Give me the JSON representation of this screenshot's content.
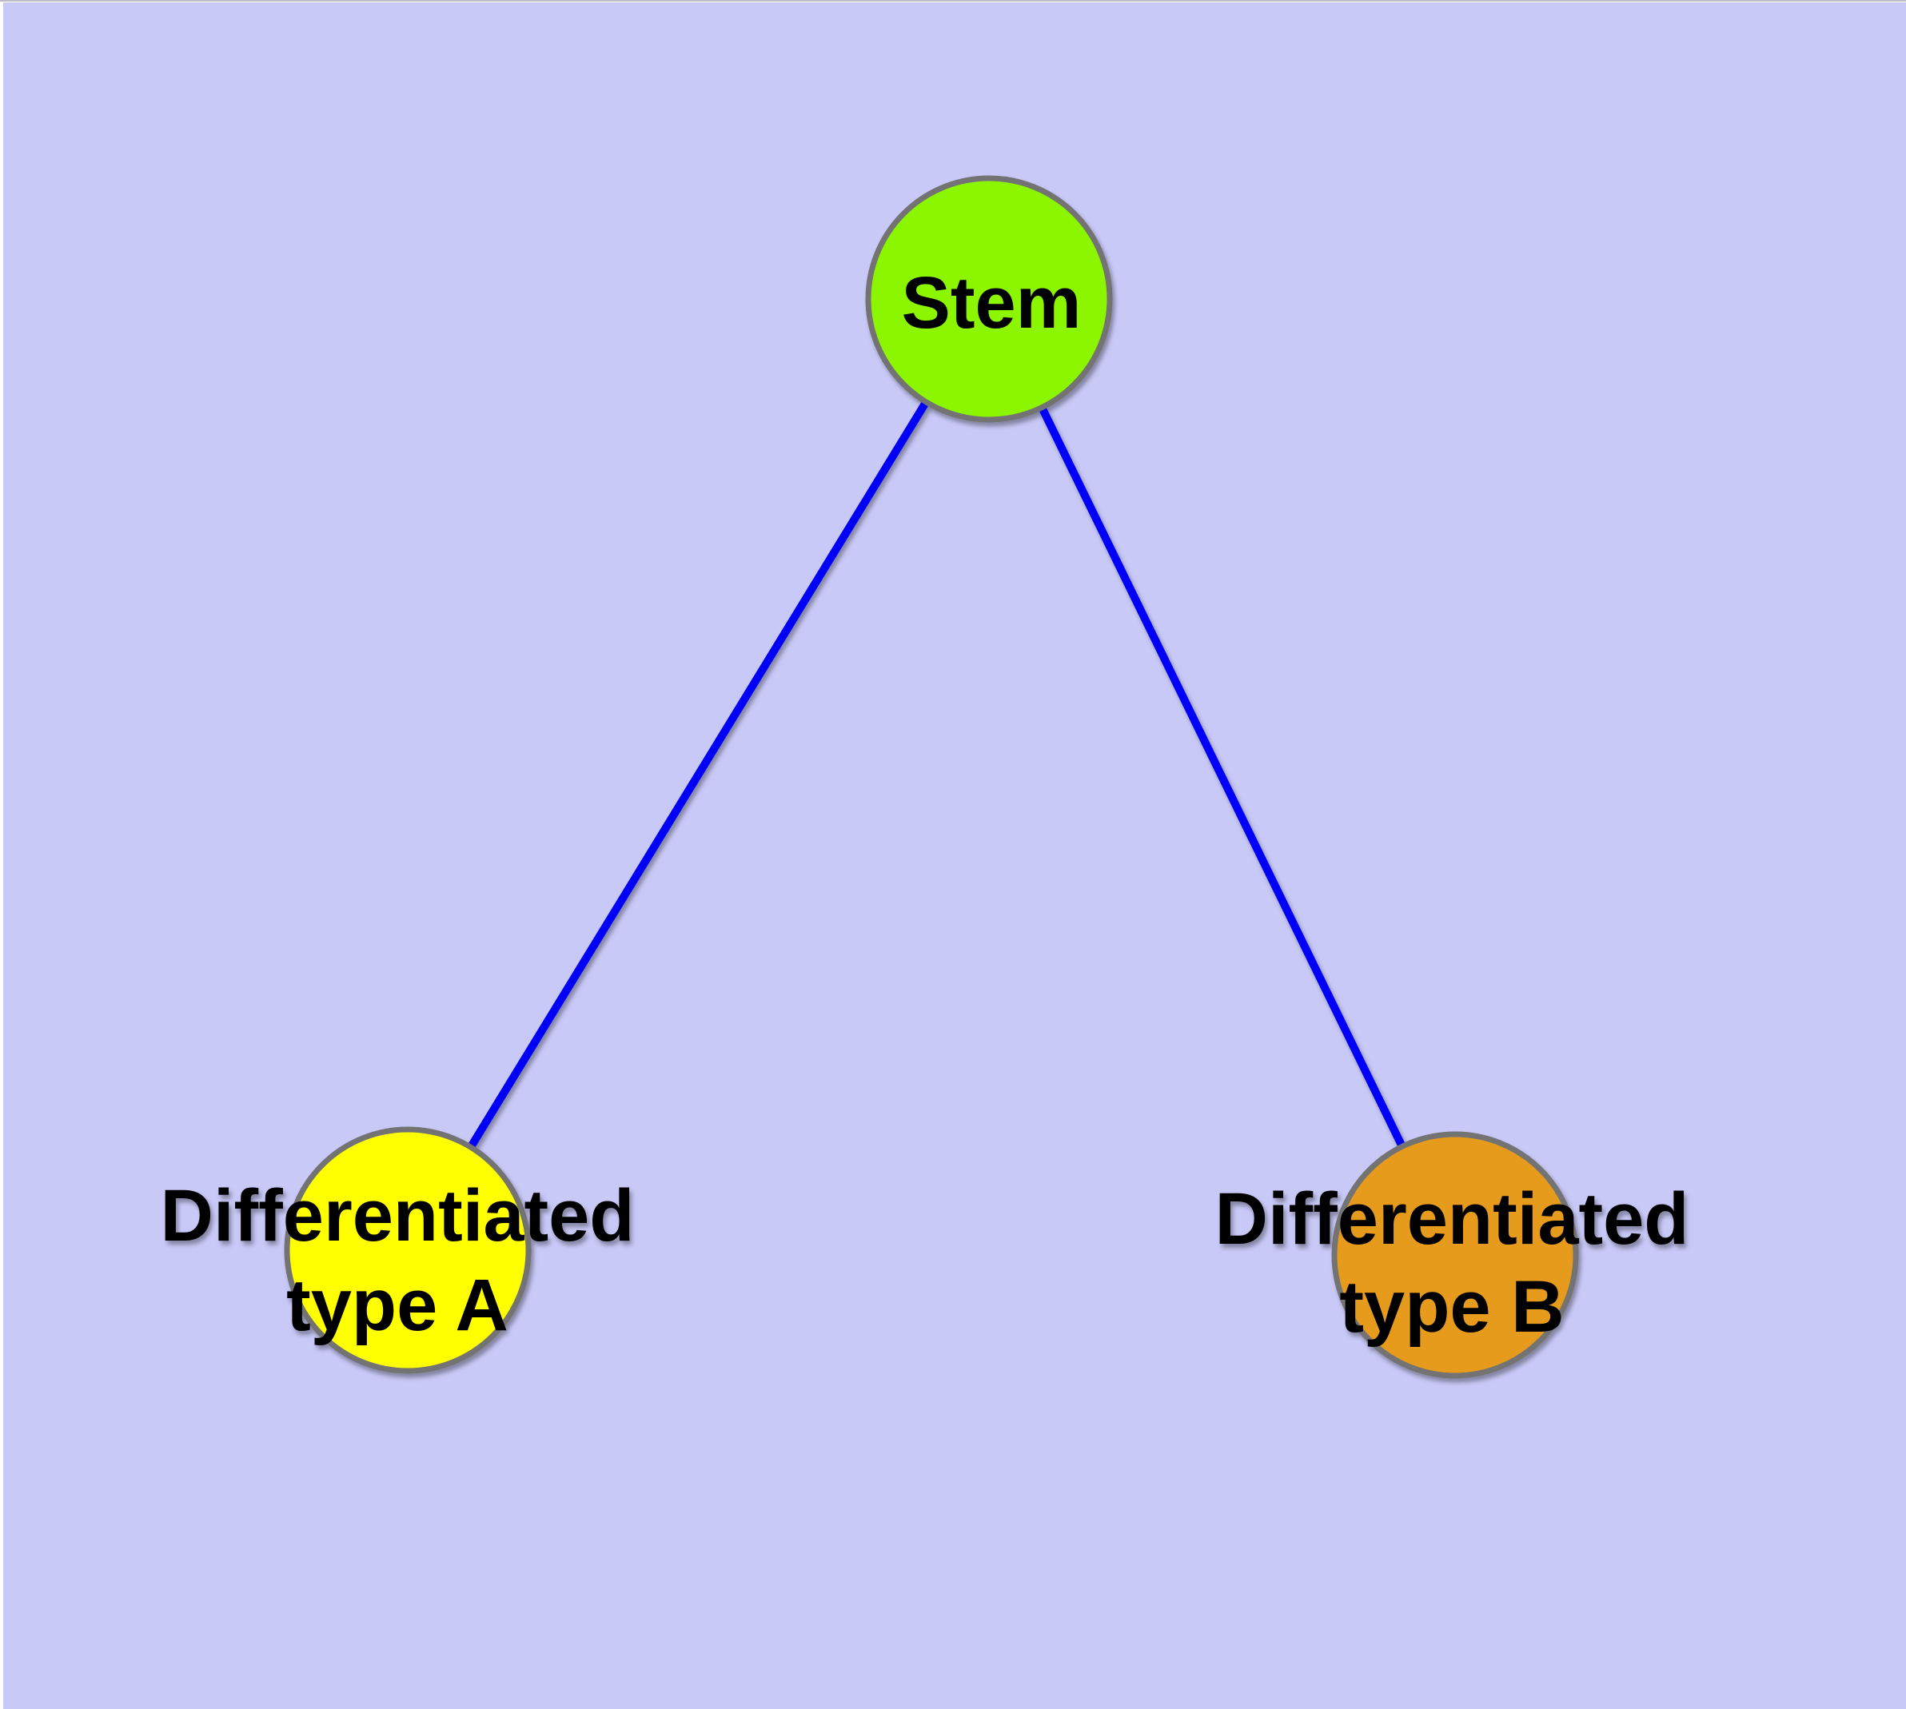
{
  "diagram": {
    "type": "node-link-diagram",
    "canvas": {
      "background_color": "#C9C9F8",
      "margin_color": "#FFFFFF",
      "top_edge_line_color": "#BDBDC9"
    },
    "style": {
      "edge_color": "#0000F8",
      "node_border_color": "#737373",
      "label_color": "#000000"
    },
    "nodes": {
      "stem": {
        "label": "Stem",
        "fill": "#8CF500"
      },
      "type_a": {
        "label_line1": "Differentiated",
        "label_line2": "type A",
        "fill": "#FFFF00"
      },
      "type_b": {
        "label_line1": "Differentiated",
        "label_line2": "type B",
        "fill": "#E69B1E"
      }
    },
    "edges": [
      {
        "from": "Stem",
        "to": "Differentiated type A"
      },
      {
        "from": "Stem",
        "to": "Differentiated type B"
      }
    ]
  }
}
